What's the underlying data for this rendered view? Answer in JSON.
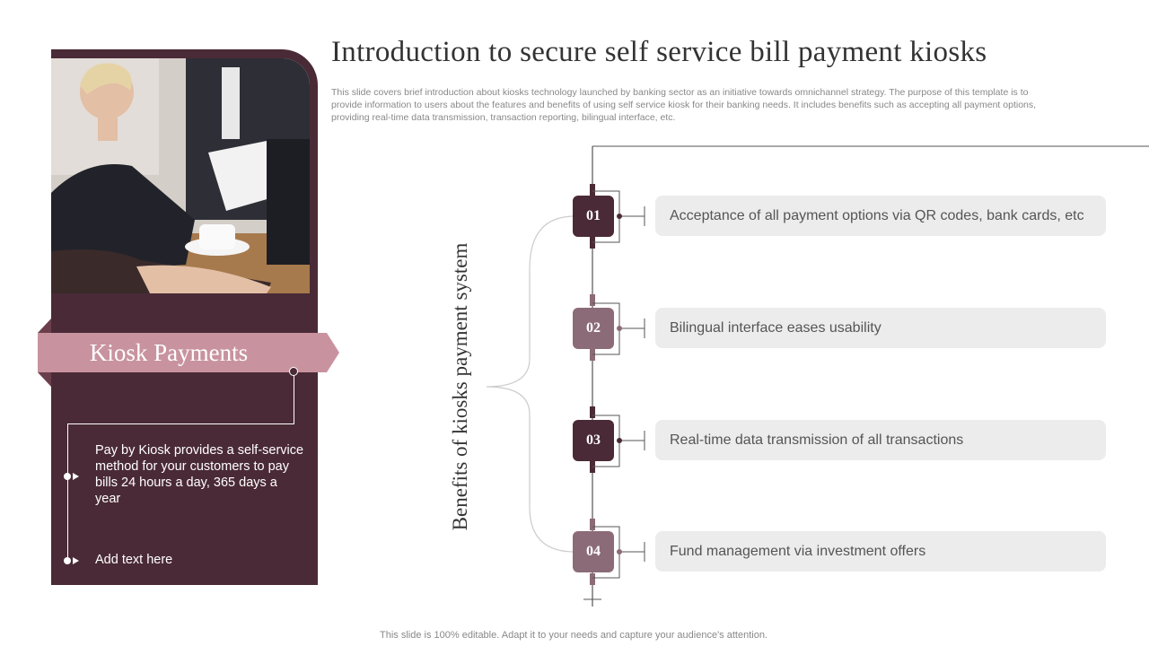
{
  "header": {
    "title": "Introduction to secure self service bill payment kiosks",
    "description": "This slide covers brief introduction about kiosks technology launched by banking sector as an initiative towards omnichannel strategy. The purpose of this template is to provide information to users about the features and benefits of using self service kiosk for their banking needs. It includes benefits such as accepting all payment options, providing real-time data transmission, transaction reporting, bilingual interface, etc."
  },
  "left_panel": {
    "banner": "Kiosk Payments",
    "points": [
      "Pay by Kiosk provides a self-service method for your customers to pay bills 24 hours a day, 365 days a year",
      "Add text here"
    ]
  },
  "benefits": {
    "label": "Benefits of kiosks payment system",
    "items": [
      {
        "number": "01",
        "text": "Acceptance of all payment options via QR codes, bank cards, etc"
      },
      {
        "number": "02",
        "text": "Bilingual interface eases usability"
      },
      {
        "number": "03",
        "text": "Real-time data transmission of all transactions"
      },
      {
        "number": "04",
        "text": "Fund management via investment offers"
      }
    ]
  },
  "footer": "This slide is 100% editable. Adapt it to your needs and capture your audience's attention.",
  "colors": {
    "dark": "#4a2a36",
    "mauve": "#8c6b78",
    "banner": "#c8939f",
    "item_bg": "#ececec"
  }
}
